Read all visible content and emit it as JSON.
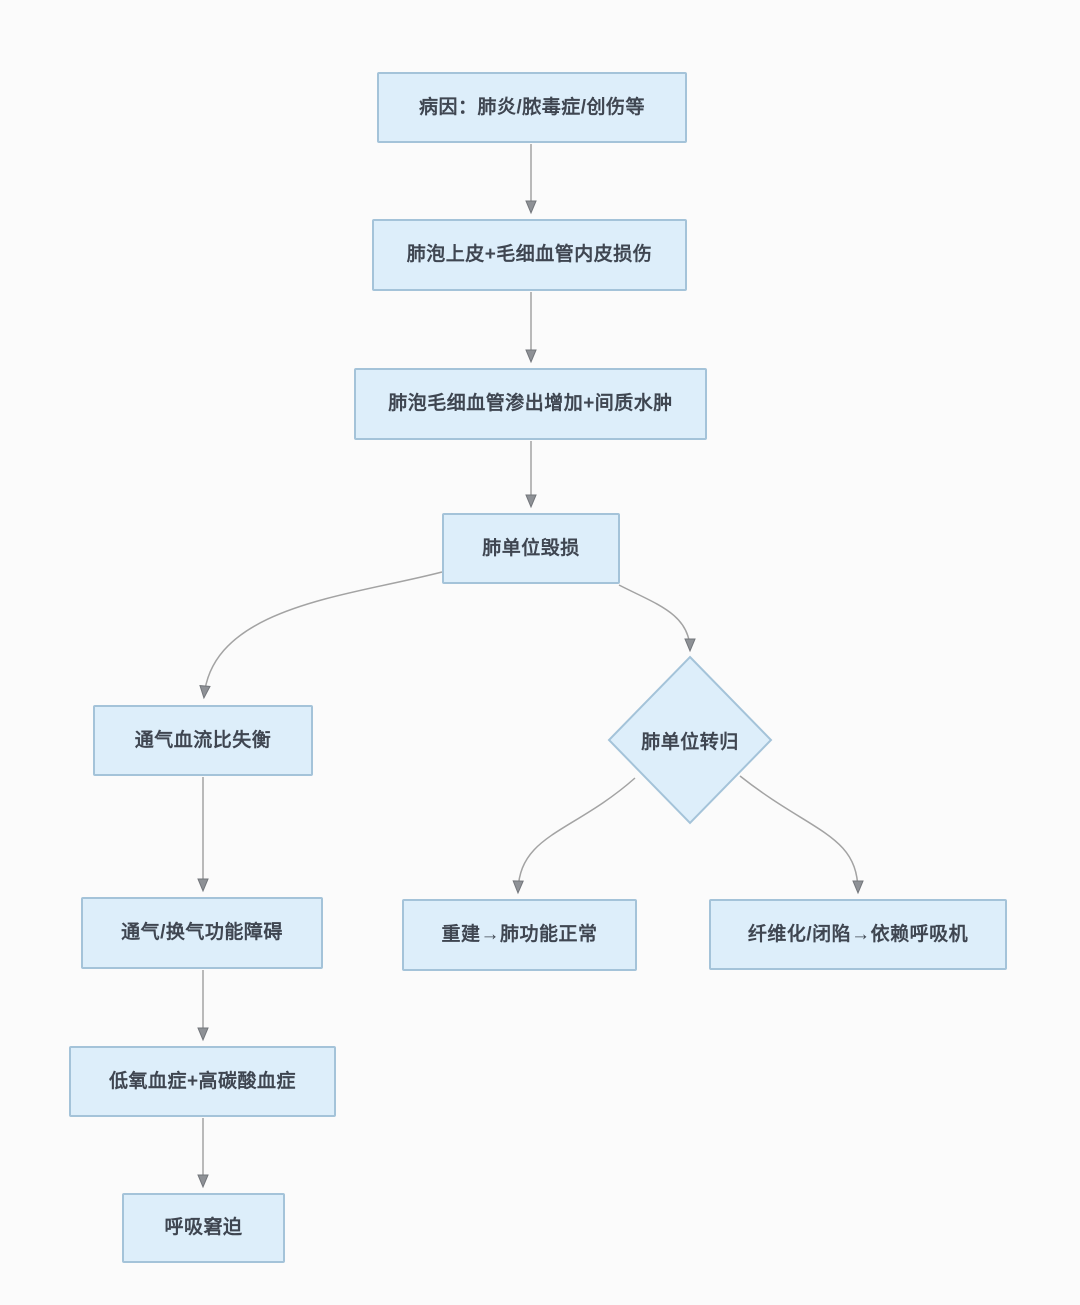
{
  "diagram": {
    "title_hint": "lung-injury-pathophysiology-flowchart",
    "colors": {
      "background": "#fbfbfb",
      "node_fill": "#ddeefa",
      "node_border": "#a4c3d9",
      "edge_line": "#a3a3a3",
      "arrowhead_fill": "#8e9196",
      "text": "#3f4651"
    },
    "nodes": {
      "etiology": {
        "label": "病因：肺炎/脓毒症/创伤等",
        "shape": "rect"
      },
      "epithelium_endothelium_injury": {
        "label": "肺泡上皮+毛细血管内皮损伤",
        "shape": "rect"
      },
      "exudation_interstitial_edema": {
        "label": "肺泡毛细血管渗出增加+间质水肿",
        "shape": "rect"
      },
      "lung_unit_damage": {
        "label": "肺单位毁损",
        "shape": "rect"
      },
      "vq_mismatch": {
        "label": "通气血流比失衡",
        "shape": "rect"
      },
      "lung_unit_outcome": {
        "label": "肺单位转归",
        "shape": "diamond"
      },
      "ventilation_dysfunction": {
        "label": "通气/换气功能障碍",
        "shape": "rect"
      },
      "rebuild_normal_function": {
        "label": "重建→肺功能正常",
        "shape": "rect"
      },
      "fibrosis_ventilator_dependent": {
        "label": "纤维化/闭陷→依赖呼吸机",
        "shape": "rect"
      },
      "hypoxemia_hypercapnia": {
        "label": "低氧血症+高碳酸血症",
        "shape": "rect"
      },
      "respiratory_distress": {
        "label": "呼吸窘迫",
        "shape": "rect"
      }
    },
    "edges": [
      {
        "from": "etiology",
        "to": "epithelium_endothelium_injury"
      },
      {
        "from": "epithelium_endothelium_injury",
        "to": "exudation_interstitial_edema"
      },
      {
        "from": "exudation_interstitial_edema",
        "to": "lung_unit_damage"
      },
      {
        "from": "lung_unit_damage",
        "to": "vq_mismatch"
      },
      {
        "from": "lung_unit_damage",
        "to": "lung_unit_outcome"
      },
      {
        "from": "lung_unit_outcome",
        "to": "rebuild_normal_function"
      },
      {
        "from": "lung_unit_outcome",
        "to": "fibrosis_ventilator_dependent"
      },
      {
        "from": "vq_mismatch",
        "to": "ventilation_dysfunction"
      },
      {
        "from": "ventilation_dysfunction",
        "to": "hypoxemia_hypercapnia"
      },
      {
        "from": "hypoxemia_hypercapnia",
        "to": "respiratory_distress"
      }
    ]
  }
}
